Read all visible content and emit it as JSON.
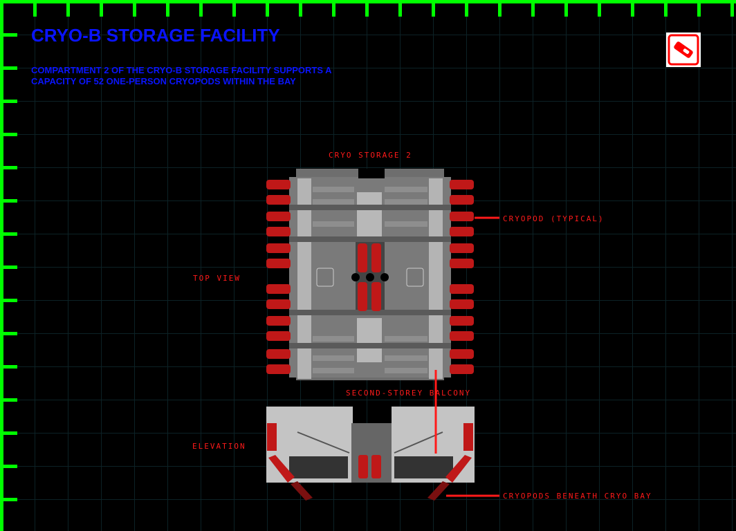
{
  "header": {
    "title": "CRYO-B STORAGE FACILITY",
    "description": "COMPARTMENT 2 OF THE CRYO-B STORAGE FACILITY SUPPORTS A CAPACITY OF 52 ONE-PERSON CRYOPODS WITHIN THE BAY"
  },
  "badge": {
    "icon": "cryopod-icon"
  },
  "labels": {
    "section": "CRYO STORAGE 2",
    "cryopod": "CRYOPOD (TYPICAL)",
    "top_view": "TOP VIEW",
    "balcony": "SECOND-STOREY BALCONY",
    "elevation": "ELEVATION",
    "beneath": "CRYOPODS BENEATH CRYO BAY"
  },
  "colors": {
    "frame": "#00ff00",
    "title": "#0a14ff",
    "label": "#ff1a1a"
  }
}
